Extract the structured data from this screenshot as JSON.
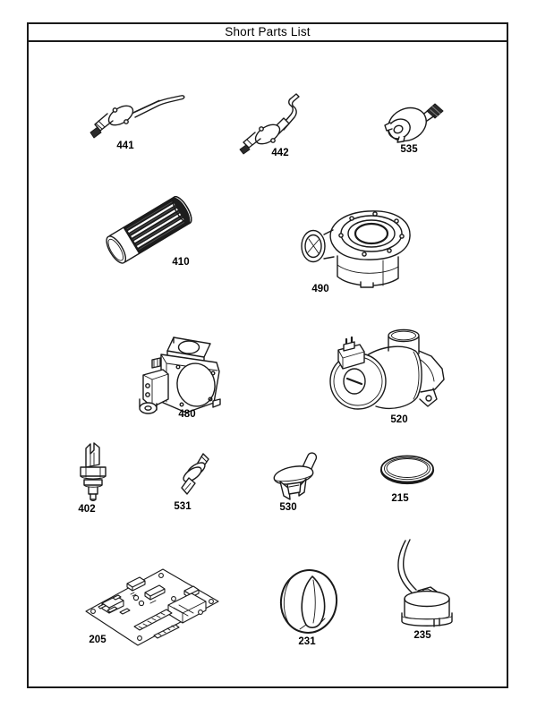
{
  "page": {
    "title": "Short Parts List"
  },
  "parts": [
    {
      "label": "441"
    },
    {
      "label": "442"
    },
    {
      "label": "535"
    },
    {
      "label": "410"
    },
    {
      "label": "490"
    },
    {
      "label": "480"
    },
    {
      "label": "520"
    },
    {
      "label": "402"
    },
    {
      "label": "531"
    },
    {
      "label": "530"
    },
    {
      "label": "215"
    },
    {
      "label": "205"
    },
    {
      "label": "231"
    },
    {
      "label": "235"
    }
  ]
}
